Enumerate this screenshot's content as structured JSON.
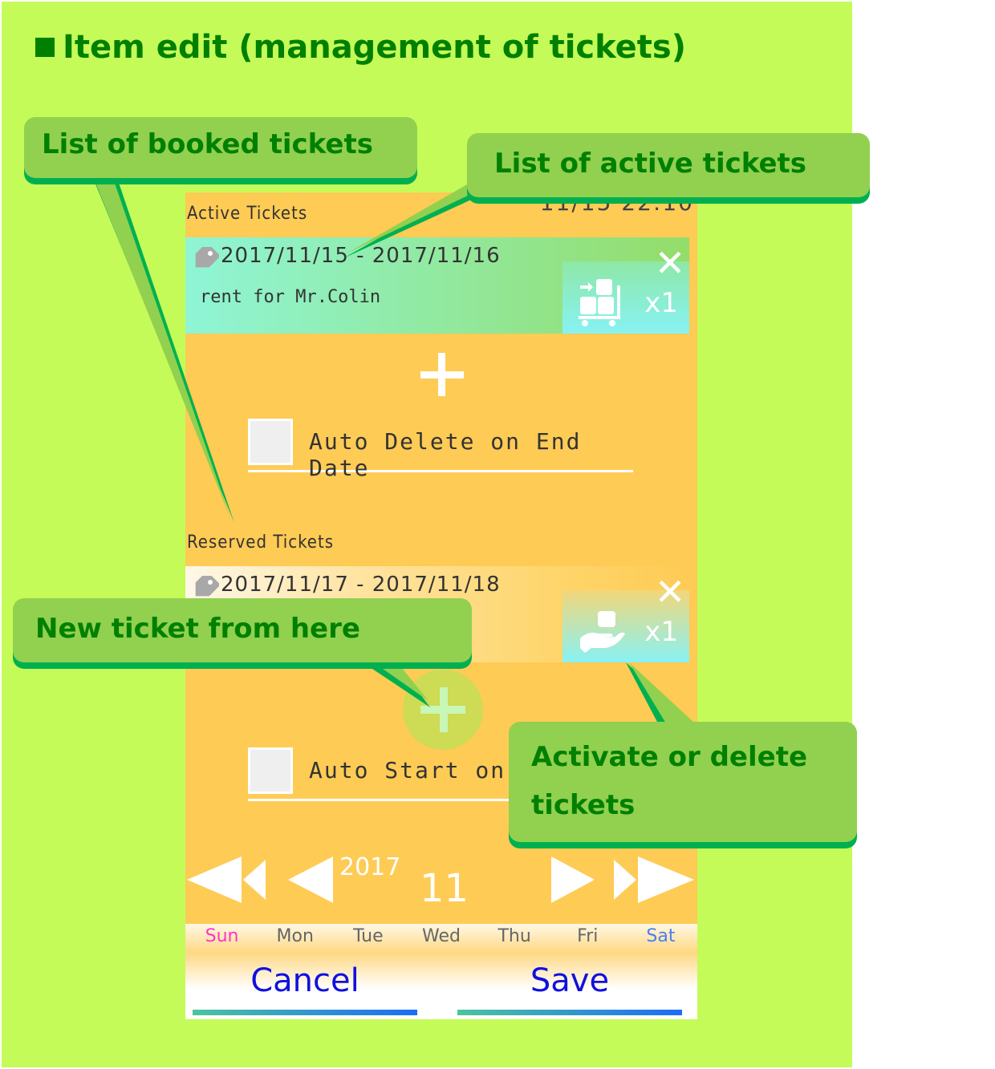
{
  "page": {
    "title": "Item edit (management of tickets)"
  },
  "callouts": {
    "booked": "List of booked tickets",
    "active": "List of active tickets",
    "new_ticket": "New ticket from here",
    "activate_delete_line1": "Activate or delete",
    "activate_delete_line2": "tickets"
  },
  "screen": {
    "clock": "11/15  22:10",
    "active_section": {
      "label": "Active Tickets",
      "tickets": [
        {
          "dates": "2017/11/15 - 2017/11/16",
          "note": "rent for Mr.Colin",
          "status_icon": "cart-icon",
          "count": "x1",
          "close_icon": "close-icon"
        }
      ],
      "auto_label": "Auto Delete on End Date",
      "auto_checked": false
    },
    "reserved_section": {
      "label": "Reserved Tickets",
      "tickets": [
        {
          "dates": "2017/11/17 - 2017/11/18",
          "note": "",
          "status_icon": "hand-box-icon",
          "count": "x1",
          "close_icon": "close-icon"
        }
      ],
      "auto_label": "Auto Start on S",
      "auto_checked": false
    },
    "calendar": {
      "year": "2017",
      "month": "11",
      "weekdays": [
        "Sun",
        "Mon",
        "Tue",
        "Wed",
        "Thu",
        "Fri",
        "Sat"
      ],
      "colors": {
        "sun": "#ff33cc",
        "sat": "#4a7ef0",
        "weekday": "#666666"
      }
    },
    "buttons": {
      "cancel": "Cancel",
      "save": "Save"
    }
  },
  "colors": {
    "background": "#c4fb58",
    "screen": "#fecb55",
    "callout_fill": "#92d050",
    "callout_shadow": "#00b050",
    "callout_text": "#008000",
    "button_text": "#1010e0"
  }
}
